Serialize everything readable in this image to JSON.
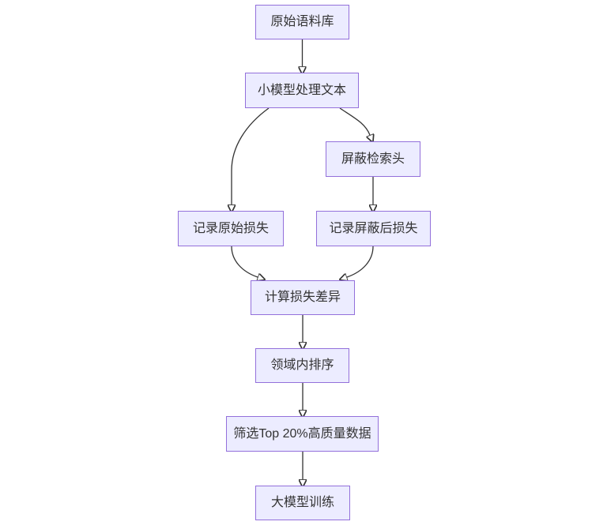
{
  "diagram": {
    "type": "flowchart",
    "direction": "top-down",
    "colors": {
      "node_fill": "#ECECFF",
      "node_border": "#9370DB",
      "edge_line": "#333333",
      "text": "#333333",
      "background": "#FFFFFF"
    },
    "nodes": [
      {
        "id": "A",
        "label": "原始语料库"
      },
      {
        "id": "B",
        "label": "小模型处理文本"
      },
      {
        "id": "C",
        "label": "屏蔽检索头"
      },
      {
        "id": "D",
        "label": "记录原始损失"
      },
      {
        "id": "E",
        "label": "记录屏蔽后损失"
      },
      {
        "id": "F",
        "label": "计算损失差异"
      },
      {
        "id": "G",
        "label": "领域内排序"
      },
      {
        "id": "H",
        "label": "筛选Top 20%高质量数据"
      },
      {
        "id": "I",
        "label": "大模型训练"
      }
    ],
    "edges": [
      {
        "from": "A",
        "to": "B"
      },
      {
        "from": "B",
        "to": "D"
      },
      {
        "from": "B",
        "to": "C"
      },
      {
        "from": "C",
        "to": "E"
      },
      {
        "from": "D",
        "to": "F"
      },
      {
        "from": "E",
        "to": "F"
      },
      {
        "from": "F",
        "to": "G"
      },
      {
        "from": "G",
        "to": "H"
      },
      {
        "from": "H",
        "to": "I"
      }
    ]
  }
}
